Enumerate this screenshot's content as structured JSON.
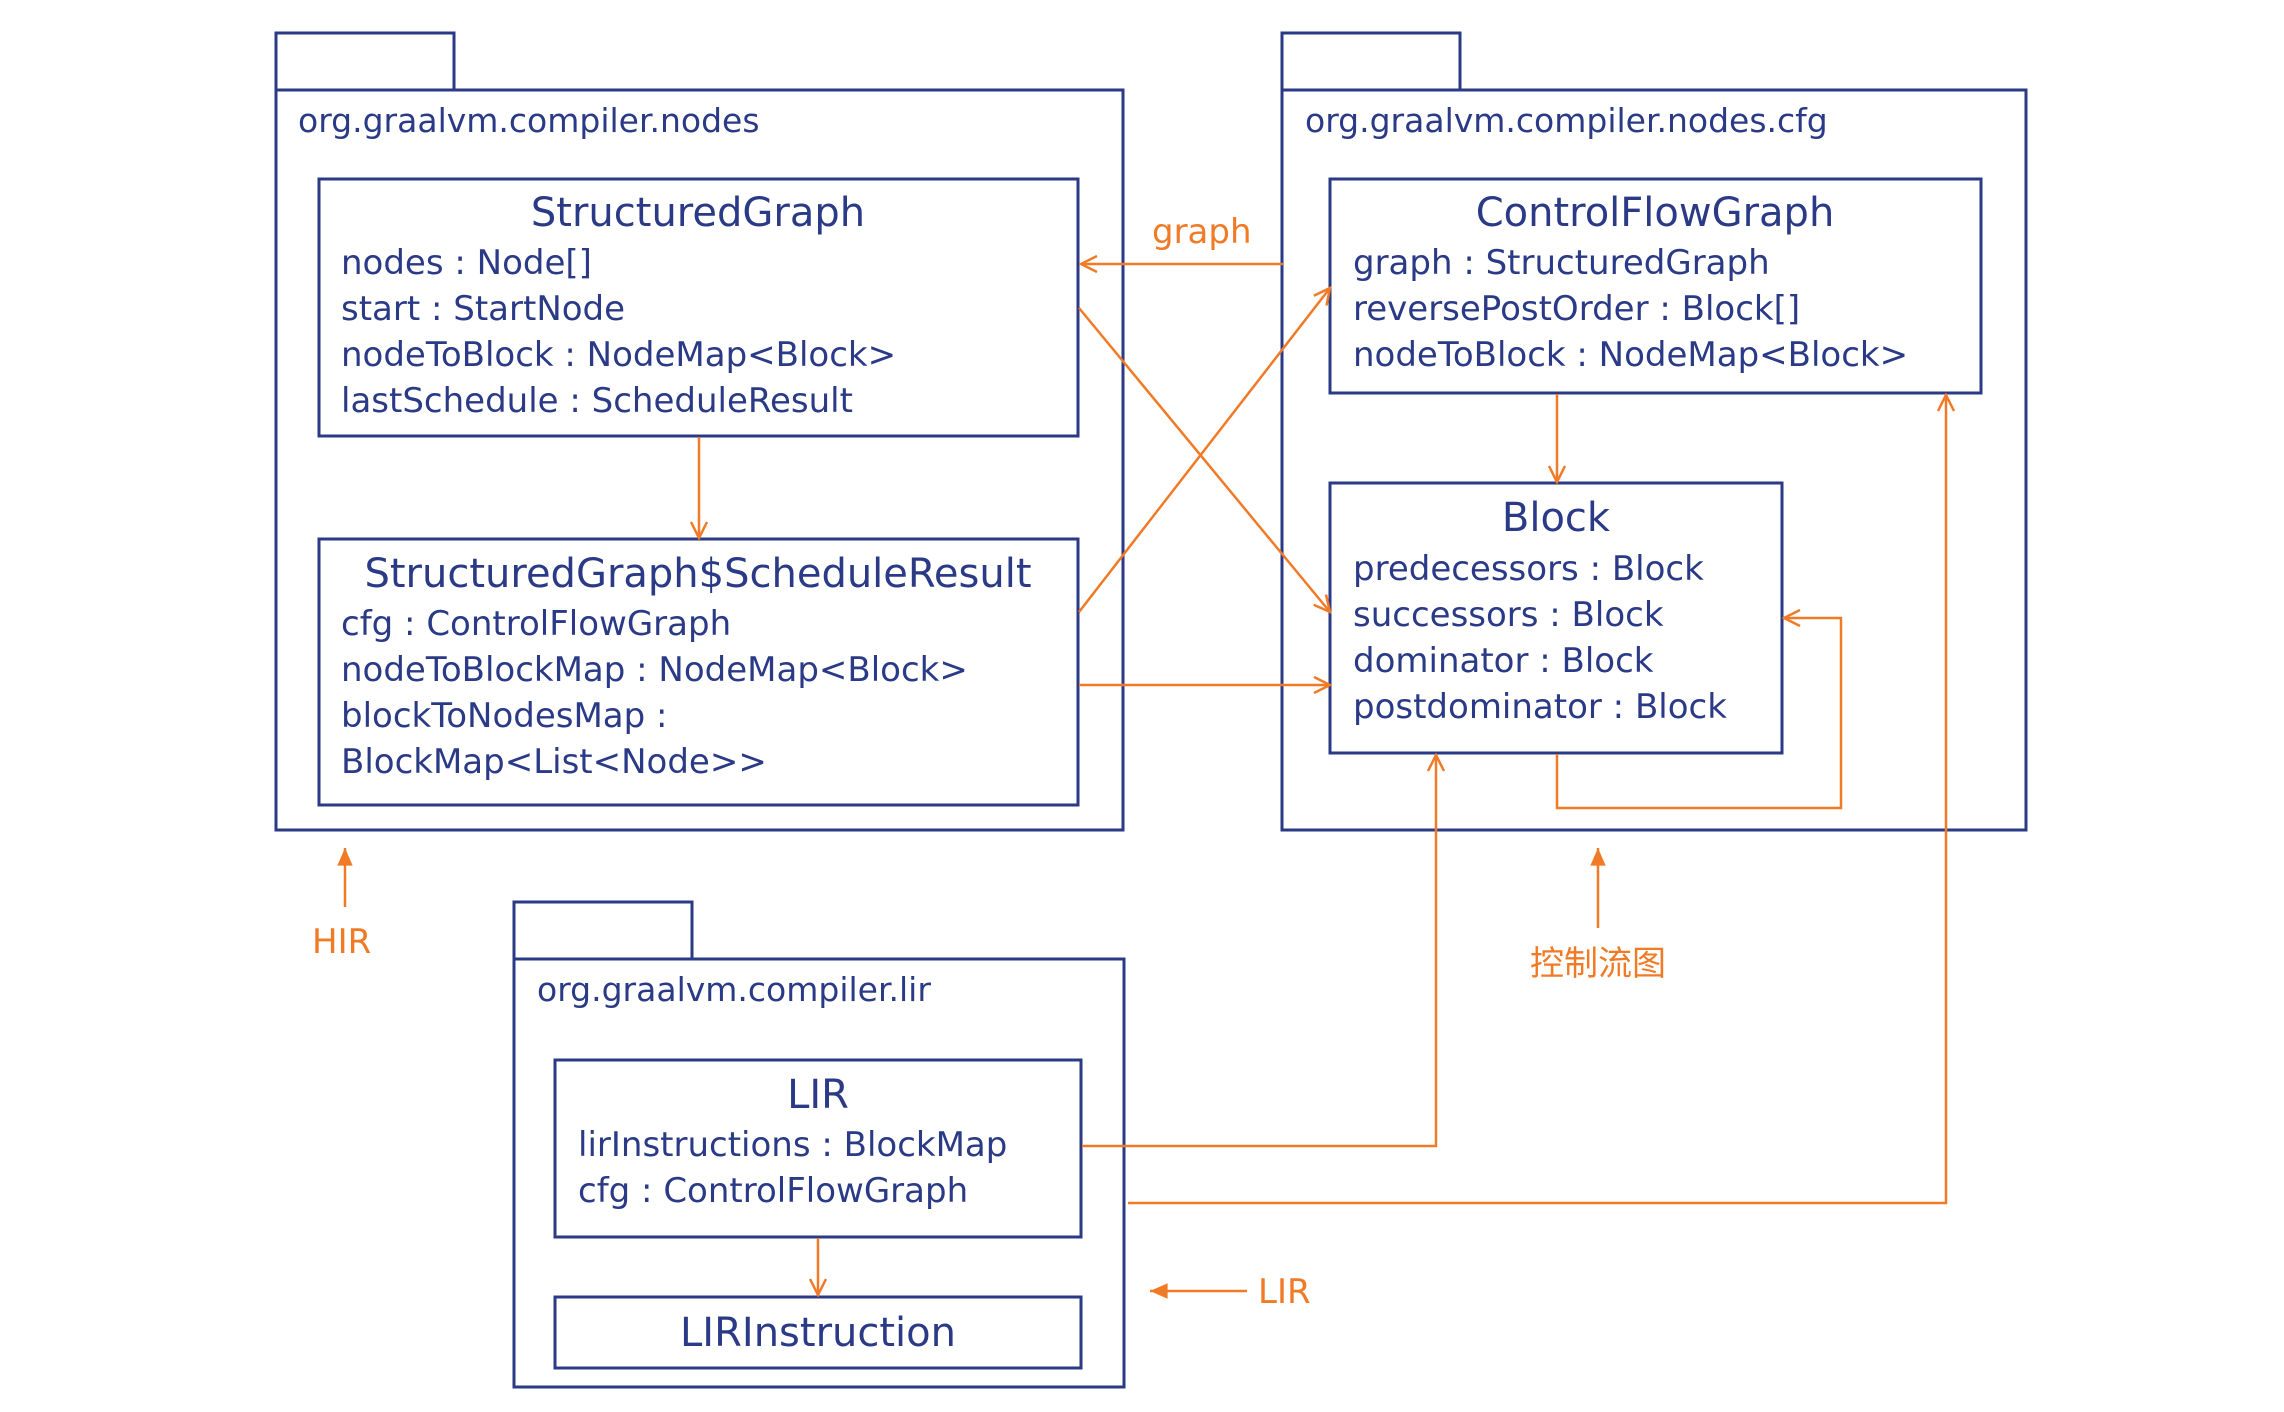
{
  "packages": {
    "nodes": "org.graalvm.compiler.nodes",
    "cfg": "org.graalvm.compiler.nodes.cfg",
    "lir": "org.graalvm.compiler.lir"
  },
  "classes": {
    "structured_graph": {
      "name": "StructuredGraph",
      "attributes": [
        "nodes : Node[]",
        "start : StartNode",
        "nodeToBlock : NodeMap<Block>",
        "lastSchedule : ScheduleResult"
      ]
    },
    "schedule_result": {
      "name": "StructuredGraph$ScheduleResult",
      "attributes": [
        "cfg : ControlFlowGraph",
        "nodeToBlockMap : NodeMap<Block>",
        "blockToNodesMap :",
        "BlockMap<List<Node>>"
      ]
    },
    "control_flow_graph": {
      "name": "ControlFlowGraph",
      "attributes": [
        "graph : StructuredGraph",
        "reversePostOrder : Block[]",
        "nodeToBlock : NodeMap<Block>"
      ]
    },
    "block": {
      "name": "Block",
      "attributes": [
        "predecessors : Block",
        "successors : Block",
        "dominator : Block",
        "postdominator : Block"
      ]
    },
    "lir": {
      "name": "LIR",
      "attributes": [
        "lirInstructions : BlockMap",
        "cfg : ControlFlowGraph"
      ]
    },
    "lir_instruction": {
      "name": "LIRInstruction",
      "attributes": []
    }
  },
  "annotations": {
    "graph_edge": "graph",
    "hir": "HIR",
    "cfg": "控制流图",
    "lir": "LIR"
  },
  "colors": {
    "structure": "#2a3a86",
    "relation": "#f07a26"
  }
}
